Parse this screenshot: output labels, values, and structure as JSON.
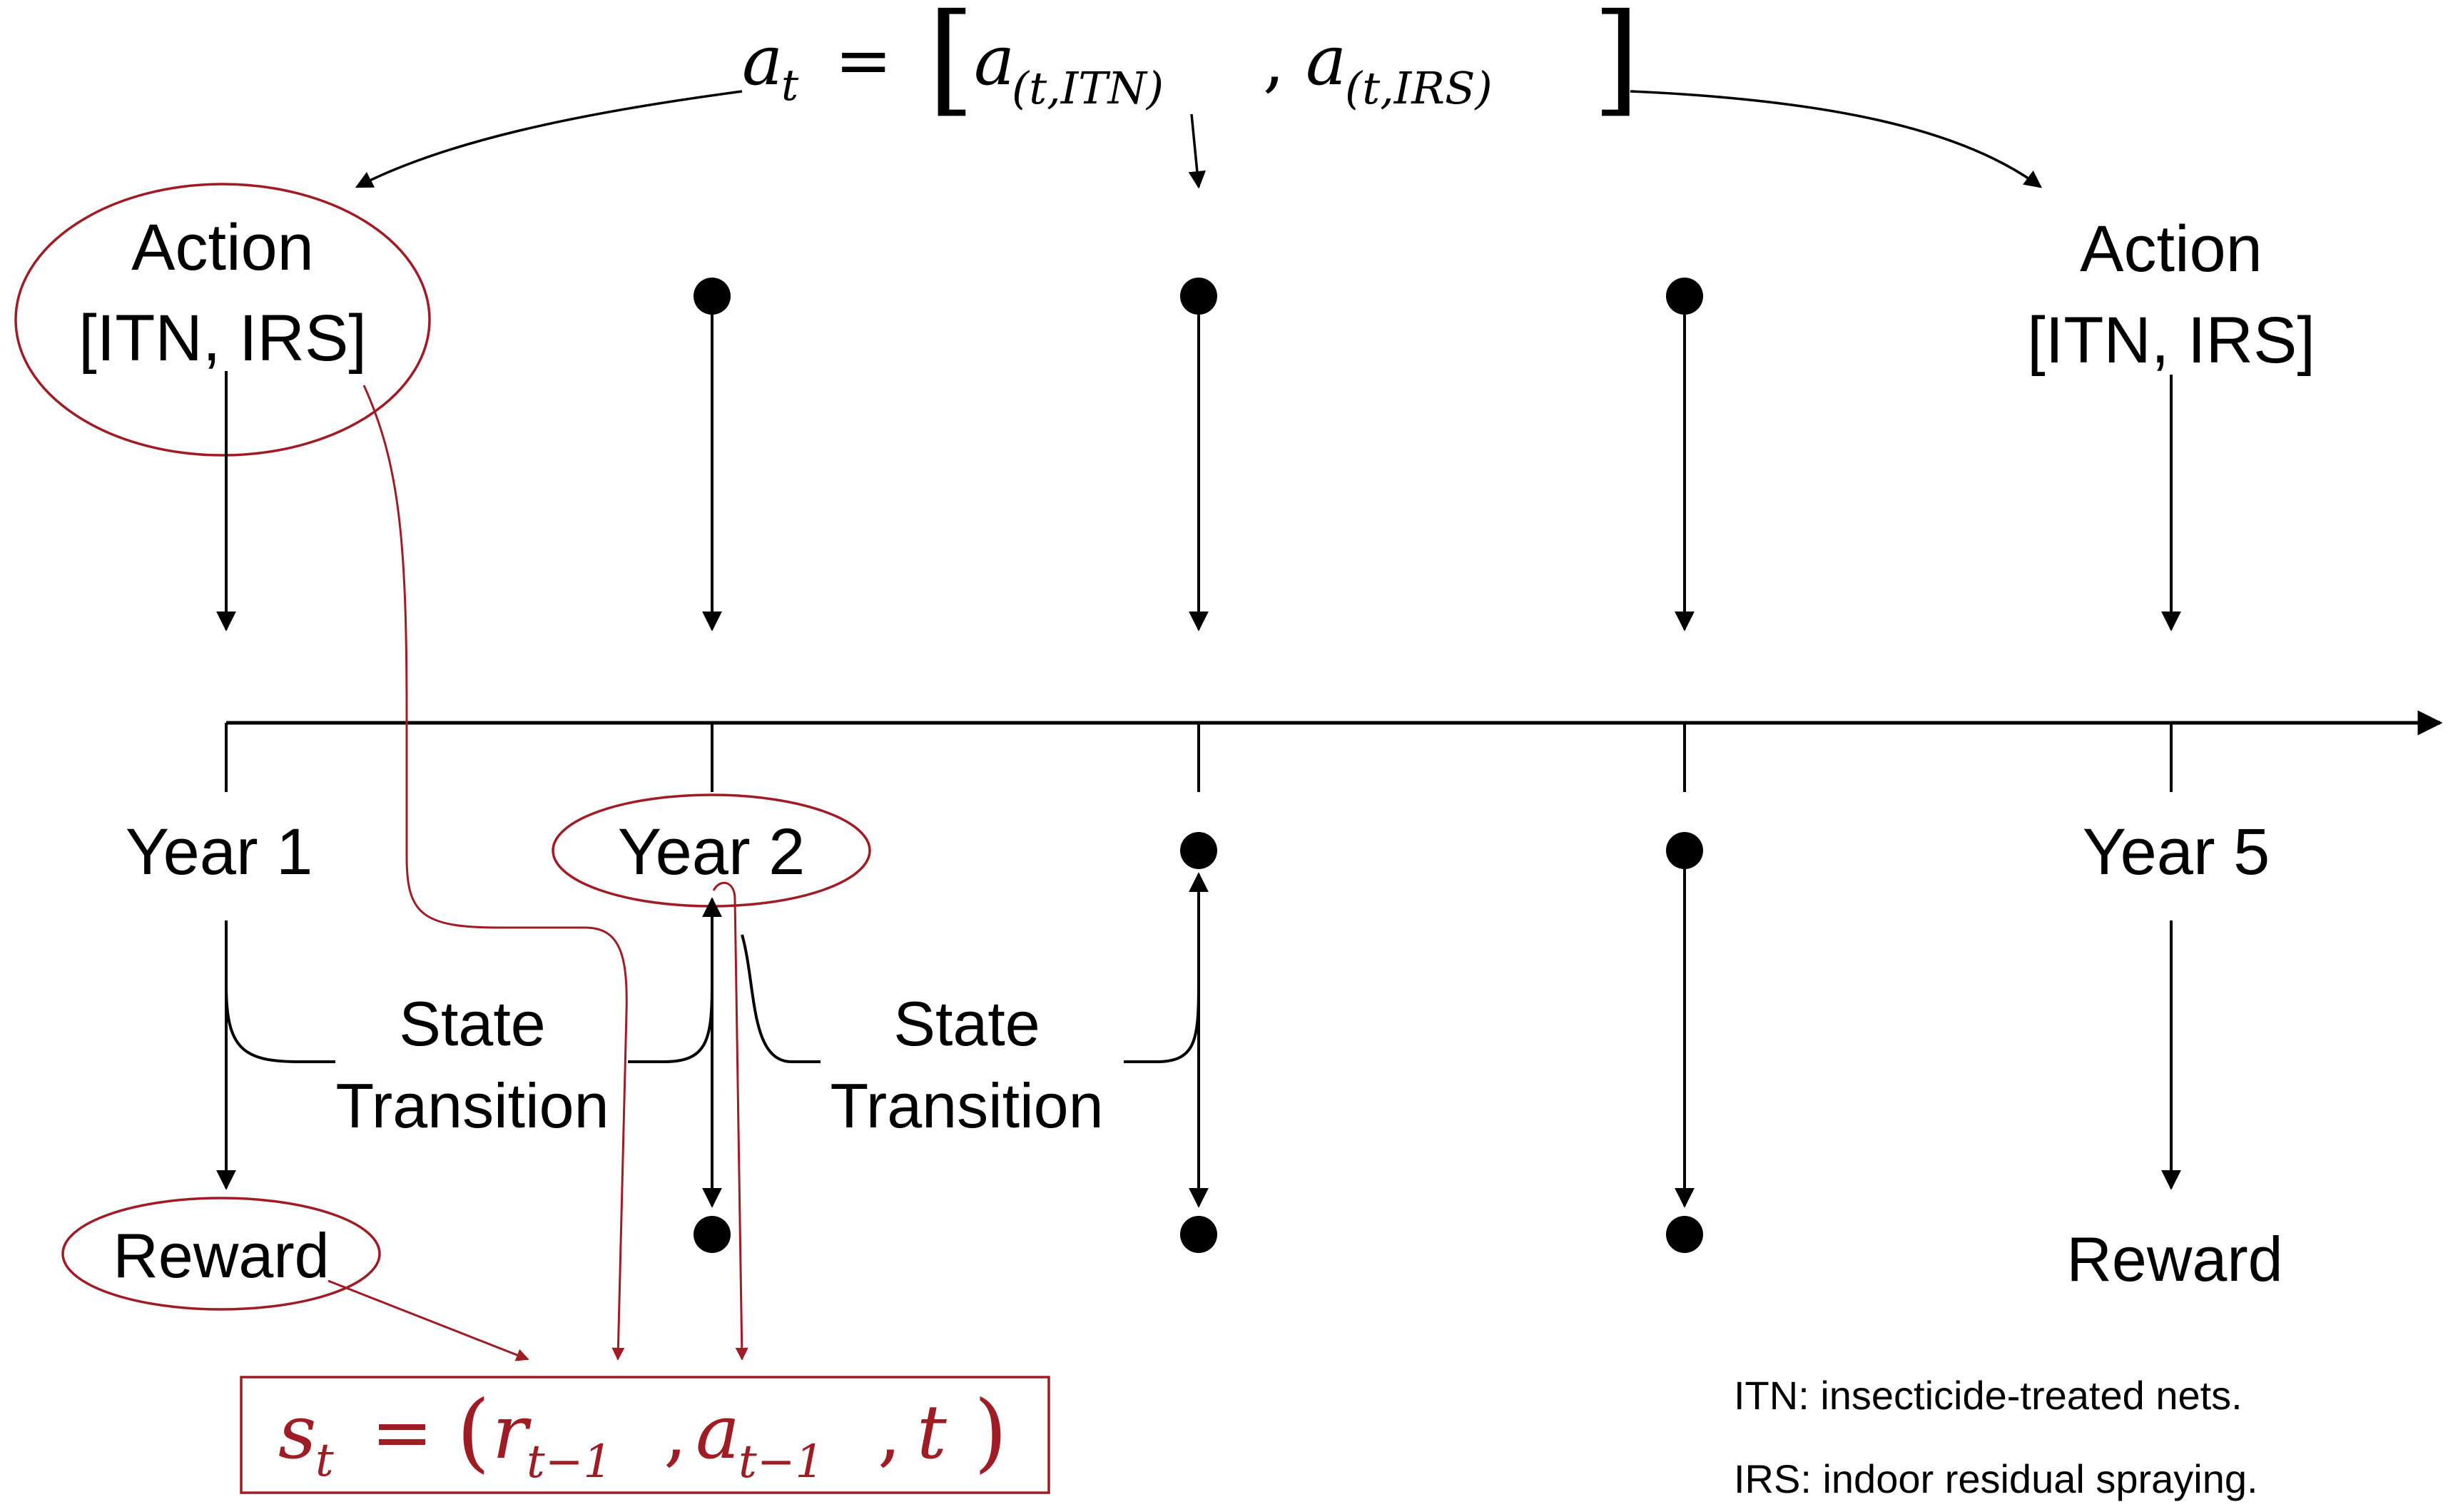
{
  "equation_top": {
    "lhs": "a",
    "lhs_sub": "t",
    "eq": "=",
    "lbracket": "[",
    "rbracket": "]",
    "comma": ",",
    "term1": "a",
    "term1_sub": "(t,ITN)",
    "term2": "a",
    "term2_sub": "(t,IRS)"
  },
  "action_left": {
    "line1": "Action",
    "line2": "[ITN, IRS]"
  },
  "action_right": {
    "line1": "Action",
    "line2": "[ITN, IRS]"
  },
  "years": {
    "year1": "Year 1",
    "year2": "Year 2",
    "year5": "Year 5"
  },
  "transition1": {
    "line1": "State",
    "line2": "Transition"
  },
  "transition2": {
    "line1": "State",
    "line2": "Transition"
  },
  "reward_left": "Reward",
  "reward_right": "Reward",
  "state_equation": {
    "s": "s",
    "s_sub": "t",
    "eq": "=",
    "open": "(",
    "r": "r",
    "r_sub": "t−1",
    "comma1": ",",
    "a": "a",
    "a_sub": "t−1",
    "comma2": ",",
    "t": "t",
    "close": ")"
  },
  "legend": {
    "itn": "ITN: insecticide-treated nets.",
    "irs": "IRS: indoor residual spraying."
  },
  "colors": {
    "ink": "#000000",
    "accent": "#a01c24"
  }
}
